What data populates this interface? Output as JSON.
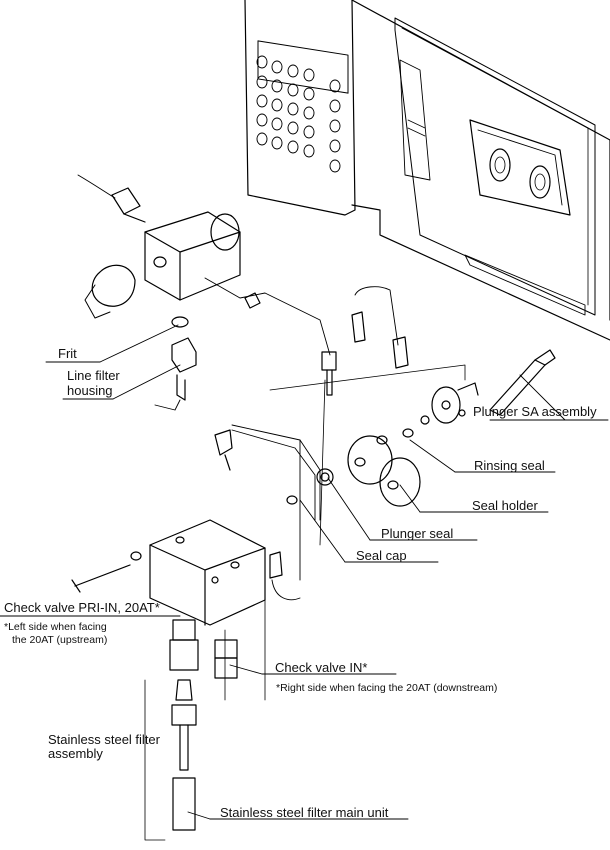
{
  "labels": {
    "frit": "Frit",
    "line_filter_housing_1": "Line filter",
    "line_filter_housing_2": "housing",
    "plunger_sa_assembly": "Plunger SA assembly",
    "rinsing_seal": "Rinsing seal",
    "seal_holder": "Seal holder",
    "plunger_seal": "Plunger seal",
    "seal_cap": "Seal cap",
    "check_valve_pri_in": "Check valve PRI-IN, 20AT*",
    "pri_in_note_1": "*Left side when facing",
    "pri_in_note_2": "the 20AT (upstream)",
    "check_valve_in": "Check valve IN*",
    "in_note": "*Right side when facing the 20AT (downstream)",
    "ss_filter_assembly_1": "Stainless steel filter",
    "ss_filter_assembly_2": "assembly",
    "ss_filter_main_unit": "Stainless steel filter main unit"
  },
  "colors": {
    "line": "#000000",
    "background": "#ffffff"
  }
}
